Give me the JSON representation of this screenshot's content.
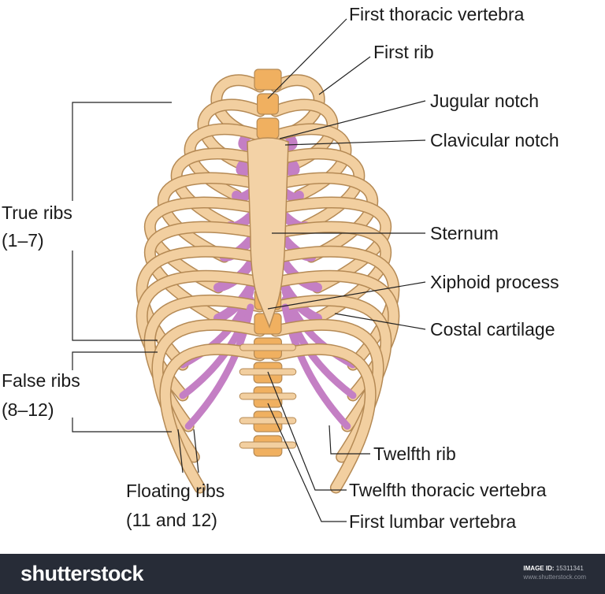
{
  "labels": {
    "first_thoracic_vertebra": "First thoracic vertebra",
    "first_rib": "First rib",
    "jugular_notch": "Jugular notch",
    "clavicular_notch": "Clavicular notch",
    "sternum": "Sternum",
    "xiphoid_process": "Xiphoid process",
    "costal_cartilage": "Costal cartilage",
    "twelfth_rib": "Twelfth rib",
    "twelfth_thoracic_vertebra": "Twelfth thoracic vertebra",
    "first_lumbar_vertebra": "First lumbar vertebra",
    "true_ribs": "True ribs",
    "true_ribs_range": "(1–7)",
    "false_ribs": "False ribs",
    "false_ribs_range": "(8–12)",
    "floating_ribs": "Floating ribs",
    "floating_ribs_range": "(11 and 12)"
  },
  "footer": {
    "logo": "shutterstock",
    "image_id_label": "IMAGE ID:",
    "image_id": "15311341",
    "url": "www.shutterstock.com"
  },
  "colors": {
    "bone": "#f2cfa0",
    "bone_outline": "#b58a55",
    "cartilage": "#c47fc4",
    "spine": "#f0b060",
    "footer": "#272c37"
  }
}
